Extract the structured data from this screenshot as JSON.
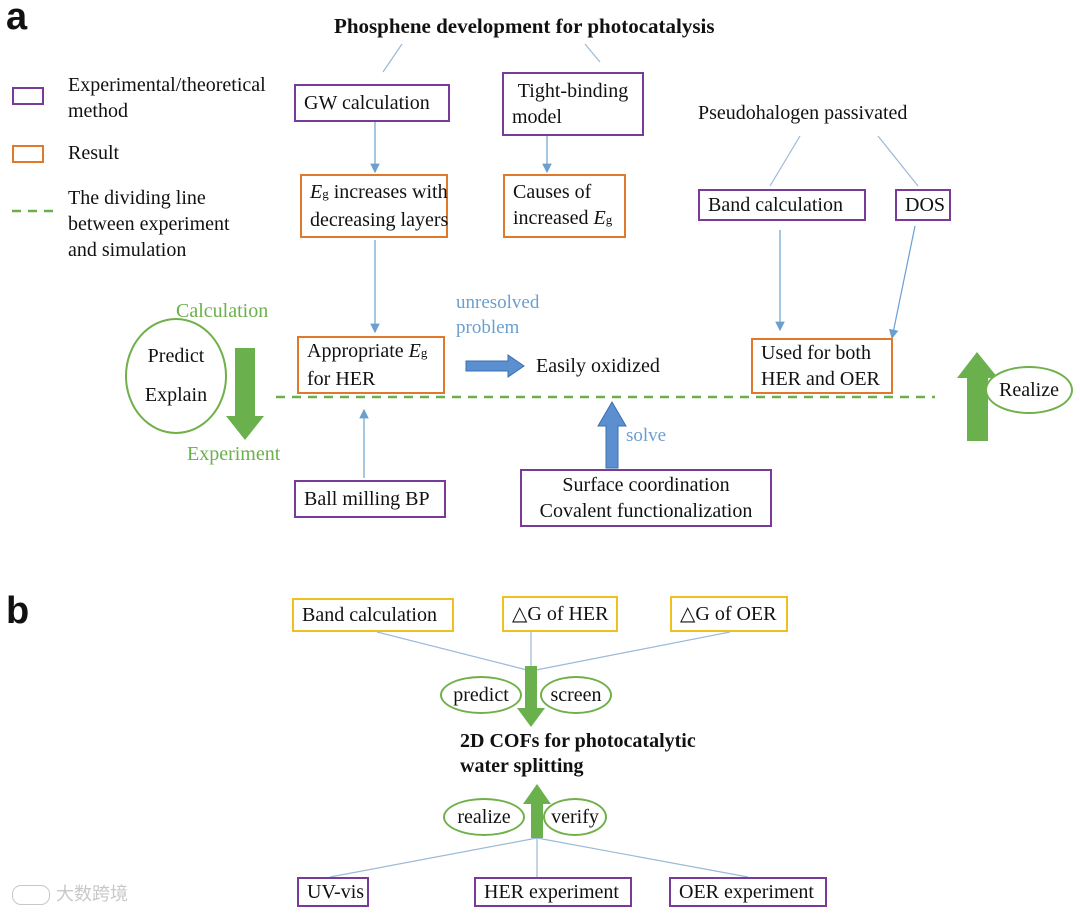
{
  "panel_a": {
    "label": "a",
    "title": "Phosphene development for photocatalysis",
    "legend": {
      "method_line1": "Experimental/theoretical",
      "method_line2": "method",
      "result": "Result",
      "divider_line1": "The dividing line",
      "divider_line2": "between experiment",
      "divider_line3": "and simulation"
    },
    "gw_calc": "GW calculation",
    "tb_line1": "Tight-binding",
    "tb_line2": "model",
    "eg_inc": {
      "E": "E",
      "g": "g",
      "rest1": " increases with",
      "line2": "decreasing layers"
    },
    "causes": {
      "line1": "Causes of",
      "pre2": "increased ",
      "E": "E",
      "g": "g"
    },
    "pseudo": "Pseudohalogen passivated",
    "band_calc": "Band calculation",
    "dos": "DOS",
    "calculation": "Calculation",
    "experiment": "Experiment",
    "predict": "Predict",
    "explain": "Explain",
    "appropriate": {
      "pre1": "Appropriate ",
      "E": "E",
      "g": "g",
      "line2": "for HER"
    },
    "unresolved_line1": "unresolved",
    "unresolved_line2": "problem",
    "easily_oxidized": "Easily oxidized",
    "used_line1": "Used for both",
    "used_line2": "HER and OER",
    "realize": "Realize",
    "solve": "solve",
    "ball_milling": "Ball milling BP",
    "surface_line1": "Surface coordination",
    "surface_line2": "Covalent functionalization"
  },
  "panel_b": {
    "label": "b",
    "band_calc": "Band calculation",
    "dg_her": "△G of HER",
    "dg_oer": "△G of OER",
    "predict": "predict",
    "screen": "screen",
    "title_line1": "2D COFs for photocatalytic",
    "title_line2": "water splitting",
    "realize": "realize",
    "verify": "verify",
    "uv_vis": "UV-vis",
    "her_exp": "HER experiment",
    "oer_exp": "OER experiment"
  },
  "watermark": "大数跨境",
  "colors": {
    "purple": "#7a3a9a",
    "orange": "#e07a2a",
    "yellow": "#f0c020",
    "green": "#6ab04c",
    "blue": "#6a9fcf"
  }
}
